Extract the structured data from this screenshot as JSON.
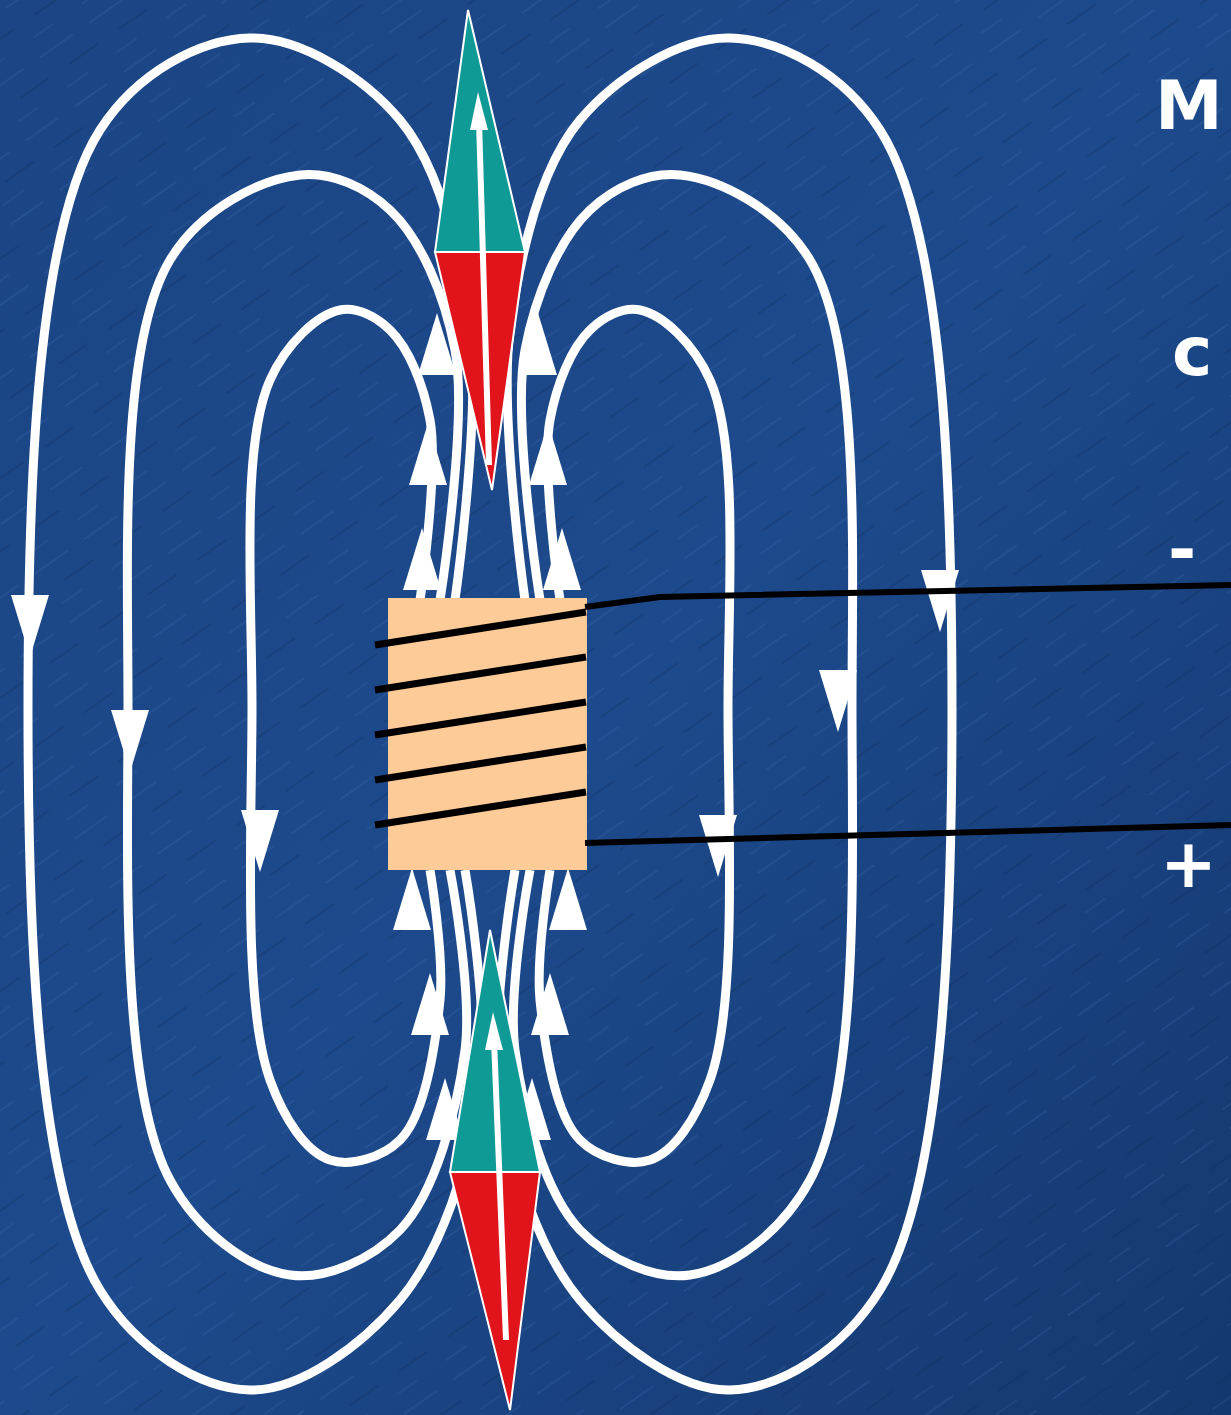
{
  "diagram": {
    "labels": [
      "M",
      "c",
      "-",
      "+"
    ]
  }
}
